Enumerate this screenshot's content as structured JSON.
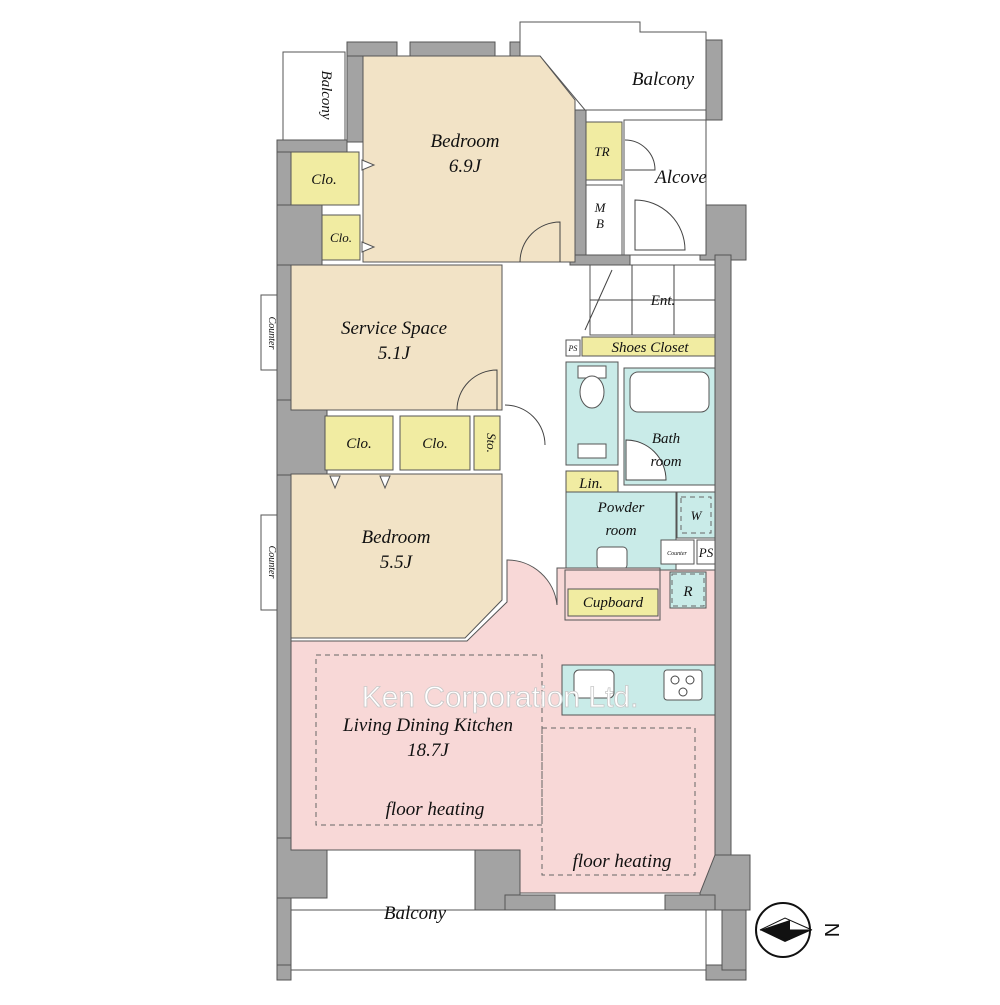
{
  "rooms": {
    "bedroom1": {
      "name": "Bedroom",
      "size": "6.9J"
    },
    "balcony_left": "Balcony",
    "balcony_top": "Balcony",
    "balcony_bottom": "Balcony",
    "closet_a": "Clo.",
    "closet_b": "Clo.",
    "tr": "TR",
    "mb_line1": "M",
    "mb_line2": "B",
    "alcove": "Alcove",
    "entrance": "Ent.",
    "ps_top": "PS",
    "shoes_closet": "Shoes Closet",
    "service_space": {
      "name": "Service Space",
      "size": "5.1J"
    },
    "counter_upper": "Counter",
    "counter_lower": "Counter",
    "closet_c": "Clo.",
    "closet_d": "Clo.",
    "storage": "Sto.",
    "bathroom_line1": "Bath",
    "bathroom_line2": "room",
    "linen": "Lin.",
    "powder_line1": "Powder",
    "powder_line2": "room",
    "washer": "W",
    "counter_small": "Counter",
    "ps_bottom": "PS",
    "refrigerator": "R",
    "cupboard": "Cupboard",
    "bedroom2": {
      "name": "Bedroom",
      "size": "5.5J"
    },
    "ldk": {
      "name": "Living Dining Kitchen",
      "size": "18.7J"
    },
    "floor_heating_1": "floor heating",
    "floor_heating_2": "floor heating"
  },
  "watermark": "Ken Corporation Ltd.",
  "compass": {
    "label": "N",
    "icon": "north-arrow-icon"
  },
  "colors": {
    "wall": "#a3a3a3",
    "bedroom": "#f2e3c6",
    "closet": "#f1eca2",
    "wet": "#c9ebe8",
    "ldk": "#f8d8d7"
  }
}
